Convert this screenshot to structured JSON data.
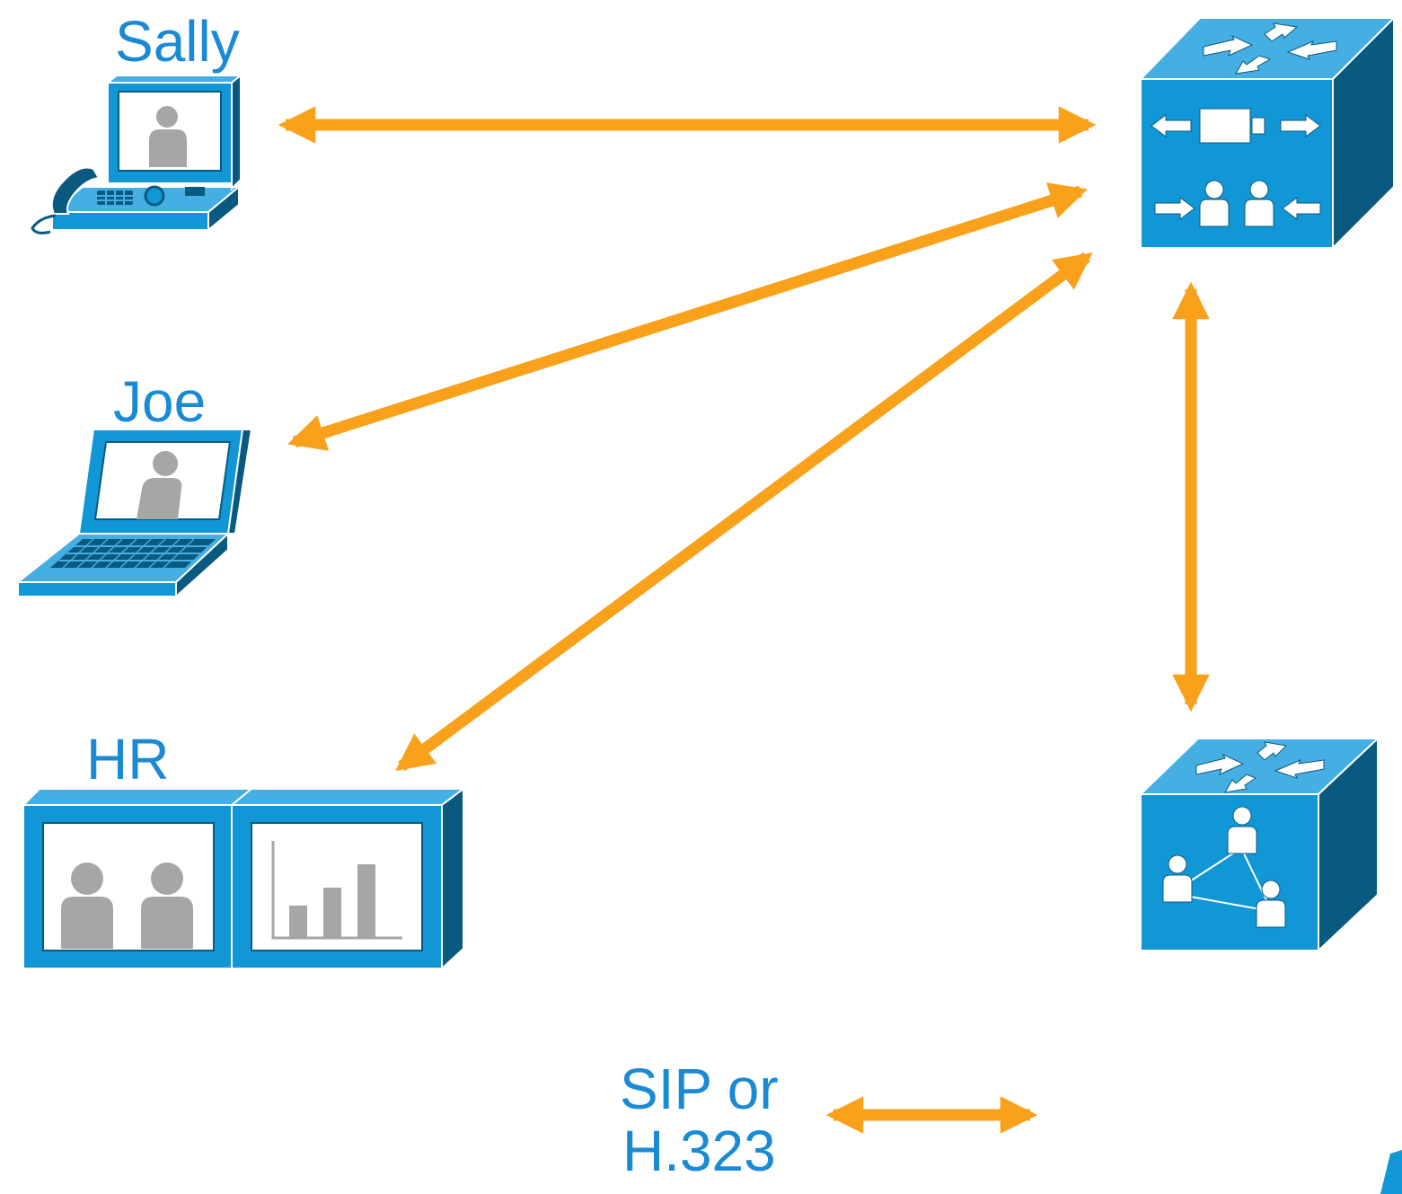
{
  "nodes": {
    "sally": {
      "label": "Sally",
      "icon": "ip-video-phone-icon"
    },
    "joe": {
      "label": "Joe",
      "icon": "laptop-icon"
    },
    "hr": {
      "label": "HR",
      "icon": "telepresence-room-icon"
    },
    "call_control": {
      "icon": "call-manager-cube-icon"
    },
    "conference_bridge": {
      "icon": "conference-bridge-cube-icon"
    }
  },
  "legend": {
    "line1": "SIP or",
    "line2": "H.323"
  },
  "colors": {
    "arrow": "#f9a11b",
    "label": "#1a8ad4",
    "device_face": "#1196d6",
    "device_top": "#45aee3",
    "device_side": "#0a5a80",
    "person": "#a6a6a6"
  }
}
